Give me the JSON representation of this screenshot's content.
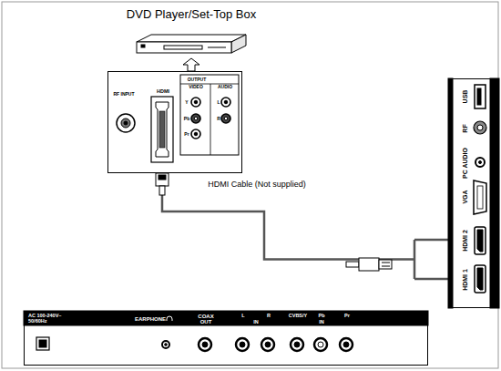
{
  "diagram": {
    "nodes": [
      {
        "text": [
          "DVD Player/Set-Top Box"
        ]
      },
      {
        "text": [
          "RF INPUT",
          "HDMI",
          "OUTPUT",
          "VIDEO",
          "AUDIO",
          "Y",
          "Pb",
          "Pr",
          "L",
          "R"
        ]
      },
      {
        "text": [
          "USB",
          "RF",
          "PC AUDIO",
          "VGA",
          "HDMI 2",
          "HDMI 1"
        ]
      },
      {
        "text": [
          "AC 100-240V~ 50/60Hz",
          "EARPHONE",
          "COAX OUT",
          "L",
          "R",
          "IN",
          "CVBS/Y",
          "Pb",
          "Pr",
          "IN"
        ]
      }
    ],
    "edges": [
      {
        "from": 1,
        "to": 0,
        "arrow": "to"
      },
      {
        "from": 1,
        "to": 2,
        "label": "HDMI Cable (Not supplied)",
        "arrow": "none"
      }
    ]
  }
}
